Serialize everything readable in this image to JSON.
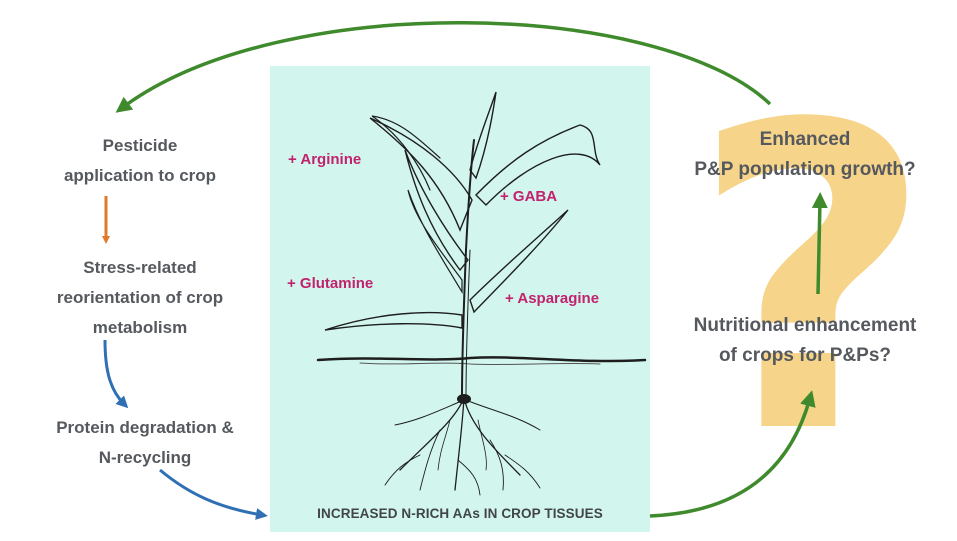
{
  "diagram": {
    "left_steps": {
      "pesticide": "Pesticide\napplication to crop",
      "stress": "Stress-related\nreorientation of crop\nmetabolism",
      "protein": "Protein degradation &\nN-recycling"
    },
    "panel": {
      "caption": "INCREASED N-RICH AAs IN CROP TISSUES",
      "amino_acids": [
        "+ Arginine",
        "+ GABA",
        "+ Glutamine",
        "+ Asparagine"
      ]
    },
    "right_steps": {
      "enhanced": "Enhanced\nP&P population growth?",
      "nutritional": "Nutritional enhancement\nof crops for P&Ps?"
    },
    "question_mark": "?",
    "colors": {
      "text": "#55595e",
      "amino_acid": "#c2226d",
      "panel_bg": "#d2f6ee",
      "question_mark": "#f5cd75",
      "arrow_orange": "#e07a2a",
      "arrow_blue": "#2f6fb4",
      "arrow_green": "#3e8a2c"
    }
  }
}
